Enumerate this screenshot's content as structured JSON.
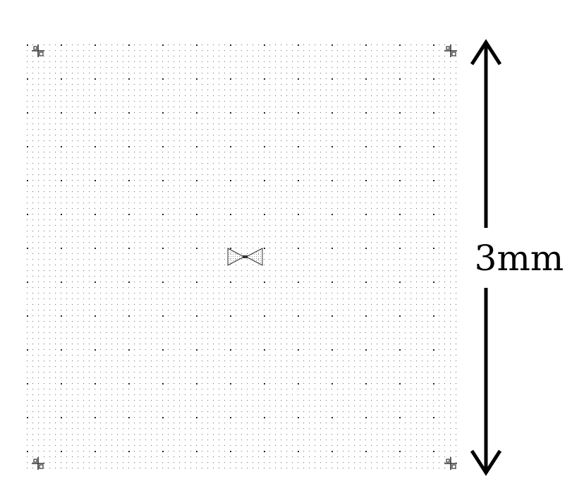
{
  "figure": {
    "scale_bar": {
      "label": "3mm"
    },
    "components": {
      "center": "bowtie-antenna",
      "corners": "alignment-mark"
    },
    "colors": {
      "background": "#ffffff",
      "ink": "#000000",
      "grid_dot": "#7a7a7a",
      "grid_dot_major": "#222222"
    }
  }
}
